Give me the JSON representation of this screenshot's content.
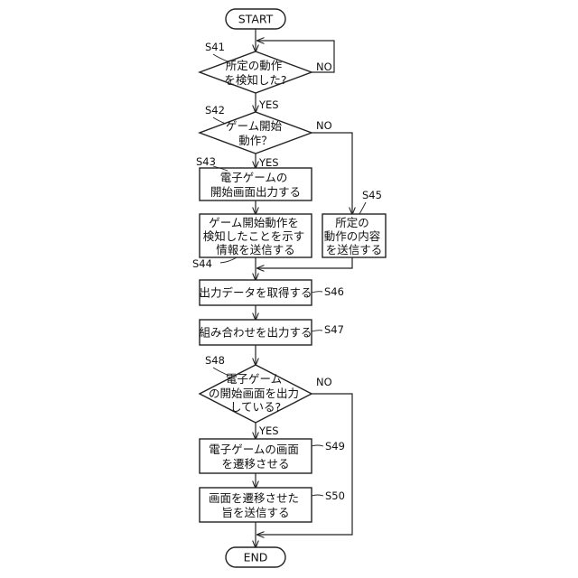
{
  "terminals": {
    "start": "START",
    "end": "END"
  },
  "steps": {
    "s41": {
      "id": "S41",
      "lines": [
        "所定の動作",
        "を検知した?"
      ],
      "yes": "YES",
      "no": "NO"
    },
    "s42": {
      "id": "S42",
      "lines": [
        "ゲーム開始",
        "動作？"
      ],
      "yes": "YES",
      "no": "NO"
    },
    "s43": {
      "id": "S43",
      "lines": [
        "電子ゲームの",
        "開始画面出力する"
      ]
    },
    "s44": {
      "id": "S44",
      "lines": [
        "ゲーム開始動作を",
        "検知したことを示す",
        "情報を送信する"
      ]
    },
    "s45": {
      "id": "S45",
      "lines": [
        "所定の",
        "動作の内容",
        "を送信する"
      ]
    },
    "s46": {
      "id": "S46",
      "lines": [
        "出力データを取得する"
      ]
    },
    "s47": {
      "id": "S47",
      "lines": [
        "組み合わせを出力する"
      ]
    },
    "s48": {
      "id": "S48",
      "lines": [
        "電子ゲーム",
        "の開始画面を出力",
        "している?"
      ],
      "yes": "YES",
      "no": "NO"
    },
    "s49": {
      "id": "S49",
      "lines": [
        "電子ゲームの画面",
        "を遷移させる"
      ]
    },
    "s50": {
      "id": "S50",
      "lines": [
        "画面を遷移させた",
        "旨を送信する"
      ]
    }
  }
}
